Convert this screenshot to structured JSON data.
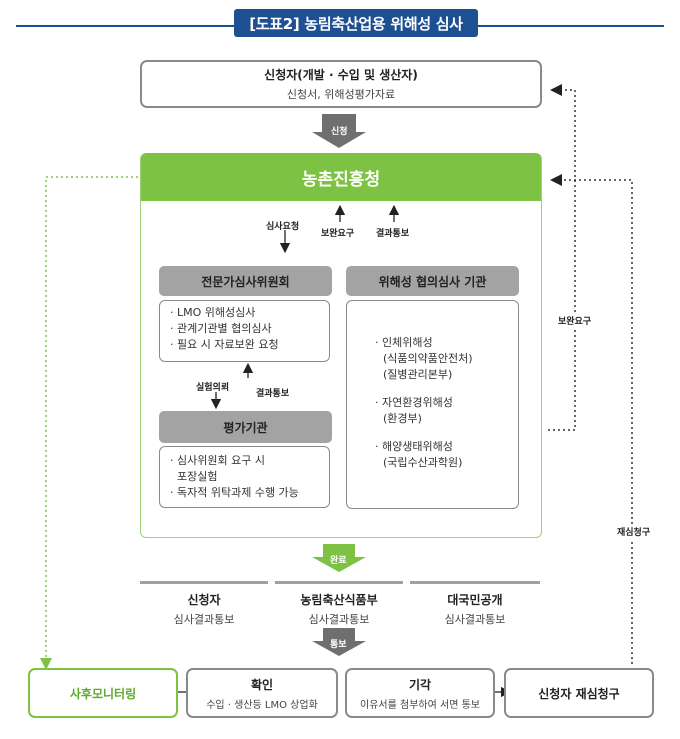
{
  "title": "[도표2] 농림축산업용 위해성 심사",
  "applicant_box": {
    "title": "신청자(개발 · 수입 및 생산자)",
    "subtitle": "신청서, 위해성평가자료"
  },
  "arrow_apply": "신청",
  "rda": "농촌진흥청",
  "flow_labels": {
    "review_request": "심사요청",
    "supplement_request": "보완요구",
    "result_notice": "결과통보"
  },
  "expert_committee": {
    "title": "전문가심사위원회",
    "items": [
      "· LMO 위해성심사",
      "· 관계기관별 협의심사",
      "· 필요 시 자료보완 요청"
    ]
  },
  "committee_labels": {
    "experiment_request": "실험의뢰",
    "result_notice": "결과통보"
  },
  "evaluation_agency": {
    "title": "평가기관",
    "items": [
      "· 심사위원회 요구 시",
      "  포장실험",
      "· 독자적 위탁과제 수행 가능"
    ]
  },
  "consult_agency": {
    "title": "위해성 협의심사 기관",
    "items": [
      {
        "name": "· 인체위해성",
        "org": "(식품의약품안전처)",
        "org2": "(질병관리본부)"
      },
      {
        "name": "· 자연환경위해성",
        "org": "(환경부)"
      },
      {
        "name": "· 해양생태위해성",
        "org": "(국립수산과학원)"
      }
    ]
  },
  "side_labels": {
    "supplement_request": "보완요구",
    "re_review": "재심청구"
  },
  "arrow_complete": "완료",
  "outcomes": [
    {
      "title": "신청자",
      "subtitle": "심사결과통보"
    },
    {
      "title": "농림축산식품부",
      "subtitle": "심사결과통보"
    },
    {
      "title": "대국민공개",
      "subtitle": "심사결과통보"
    }
  ],
  "arrow_notice": "통보",
  "bottom": {
    "monitoring": "사후모니터링",
    "approval": {
      "title": "확인",
      "subtitle": "수입 · 생산등 LMO 상업화"
    },
    "rejection": {
      "title": "기각",
      "subtitle": "이유서를 첨부하여 서면 통보"
    },
    "appeal": "신청자 재심청구"
  },
  "colors": {
    "blue": "#1d4f93",
    "green": "#7dc242",
    "gray": "#8a8a8a"
  }
}
